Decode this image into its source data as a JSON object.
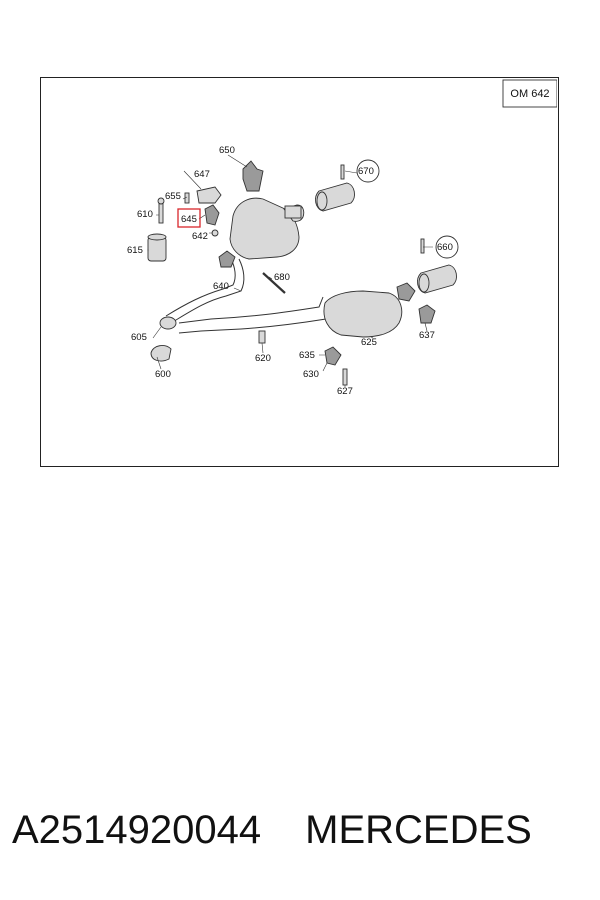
{
  "diagram": {
    "engine_label": "OM 642",
    "highlight_color": "#d8262b",
    "callouts": {
      "c650": "650",
      "c647": "647",
      "c655": "655",
      "c610": "610",
      "c645": "645",
      "c642": "642",
      "c615": "615",
      "c670": "670",
      "c660": "660",
      "c680": "680",
      "c640": "640",
      "c605": "605",
      "c600": "600",
      "c620": "620",
      "c635": "635",
      "c630": "630",
      "c627": "627",
      "c625": "625",
      "c637": "637"
    }
  },
  "caption": {
    "part_number": "A2514920044",
    "brand": "MERCEDES"
  }
}
